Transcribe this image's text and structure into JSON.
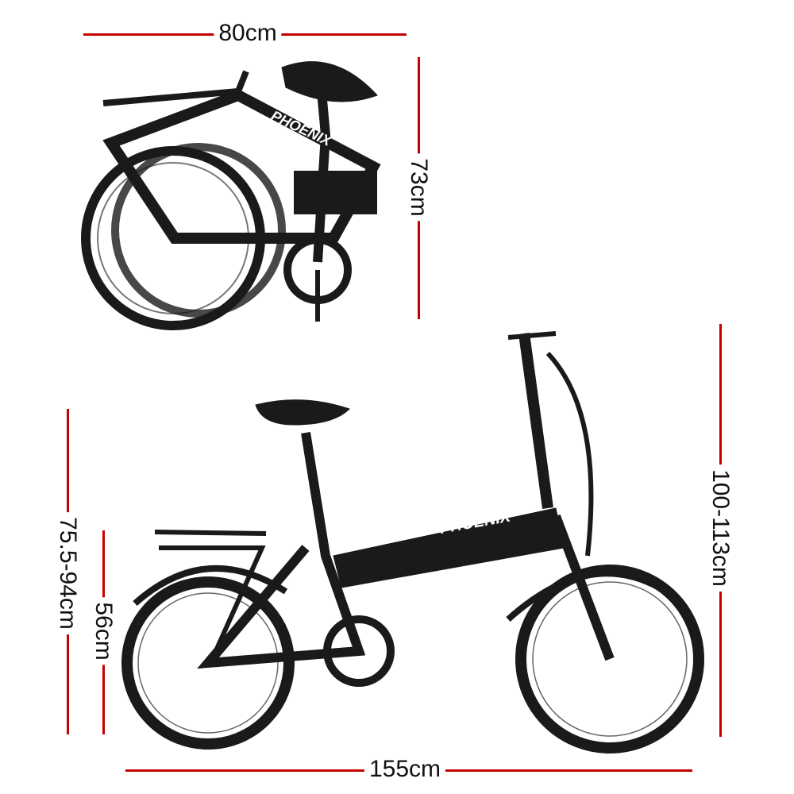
{
  "dimensions": {
    "folded_width": "80cm",
    "folded_height": "73cm",
    "length": "155cm",
    "seat_height": "75.5-94cm",
    "rack_height": "56cm",
    "handlebar_height": "100-113cm"
  },
  "colors": {
    "dimension_line": "#c40000",
    "bike_frame": "#1a1a1a"
  },
  "brand": {
    "logo": "PHOENIX"
  }
}
